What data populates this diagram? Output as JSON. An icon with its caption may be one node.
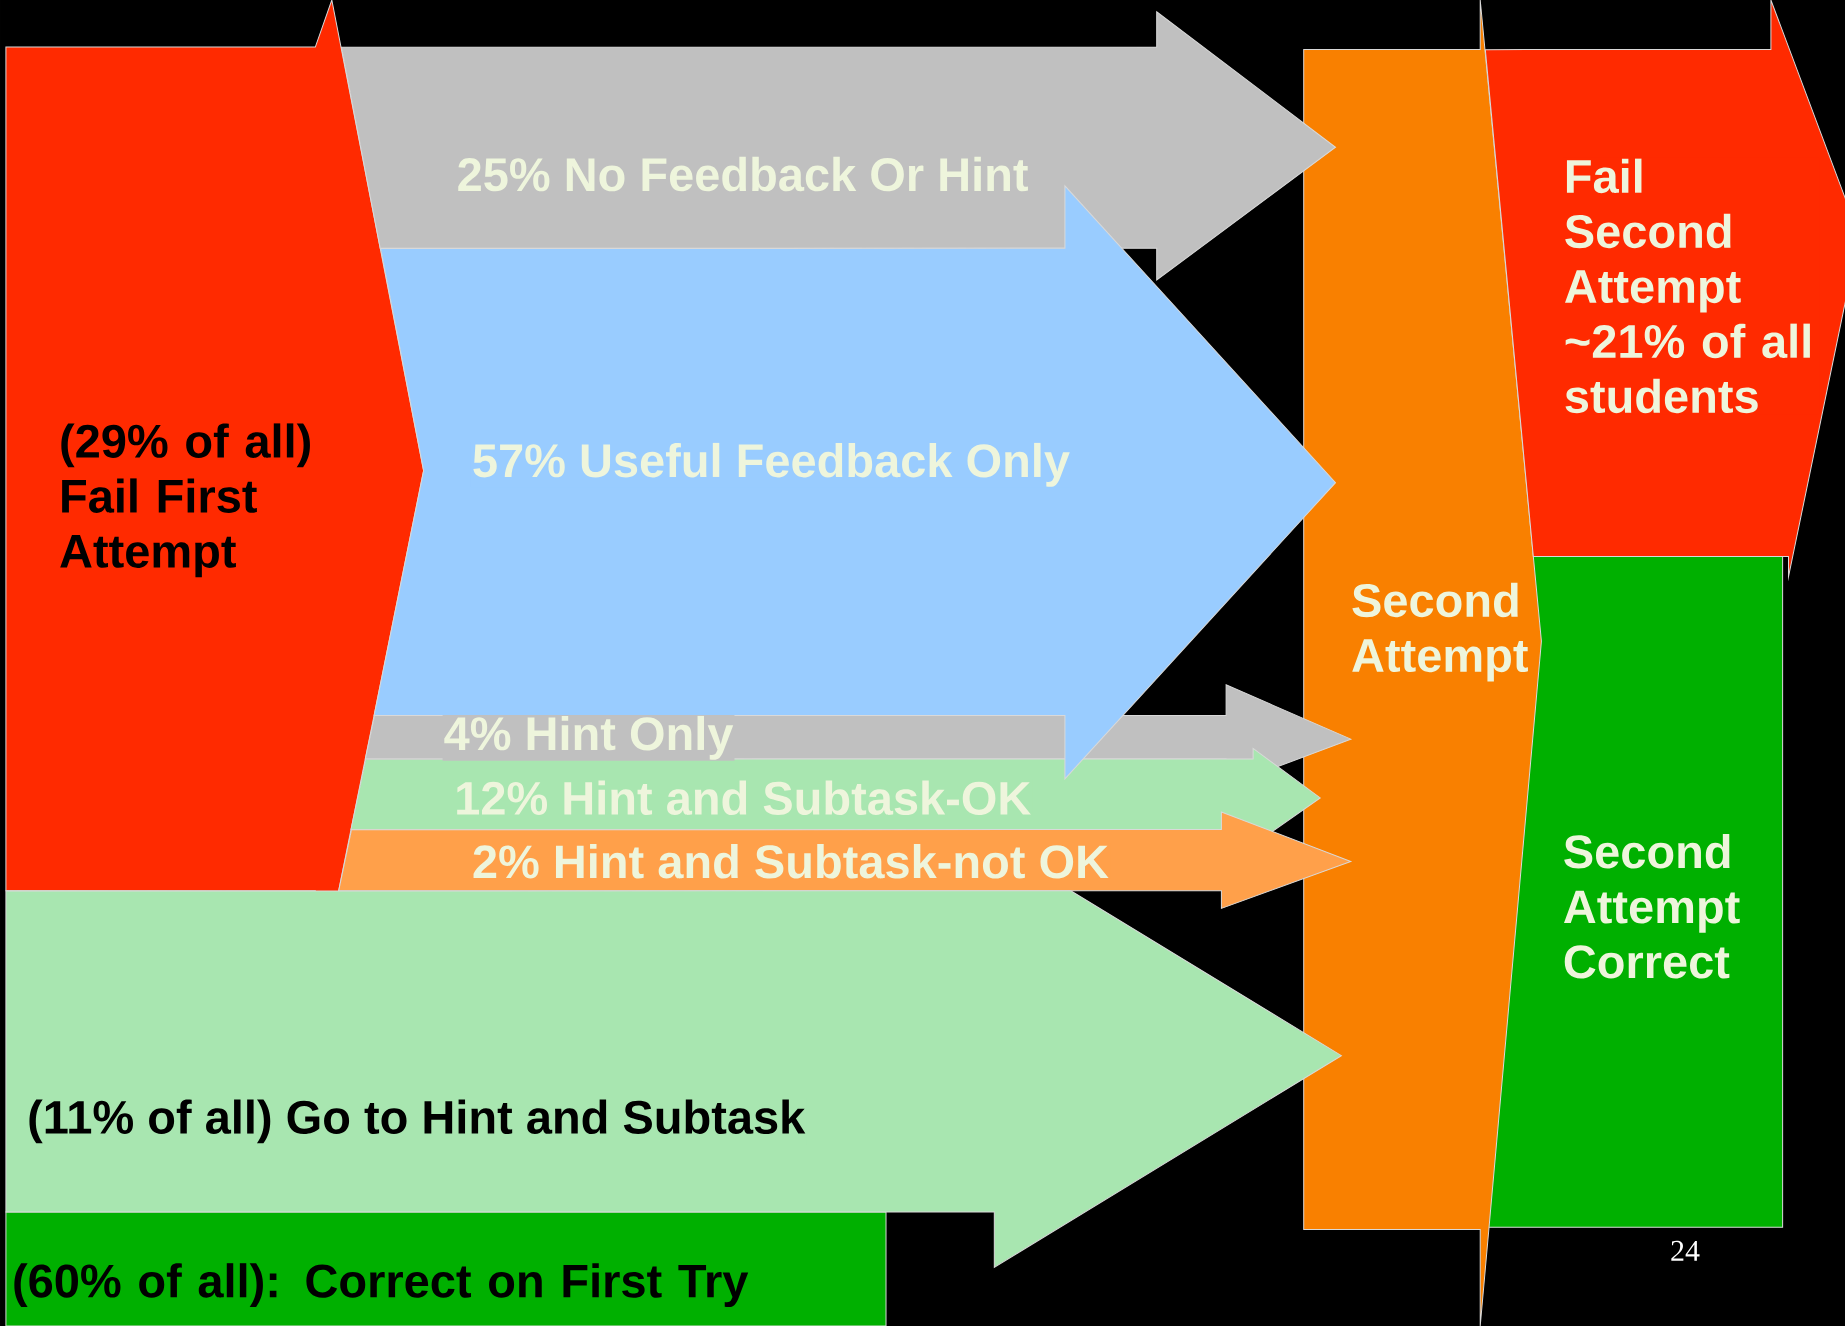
{
  "diagram": {
    "nodes": [
      {
        "text": [
          "(29% of all) Fail First Attempt"
        ]
      },
      {
        "text": [
          "(60% of all): Correct on First Try"
        ]
      },
      {
        "text": [
          "Second Attempt"
        ]
      },
      {
        "text": [
          "Second Attempt Correct"
        ]
      }
    ],
    "edges": [
      {
        "from": 0,
        "to": 2,
        "arrow": "to",
        "label": "25% No Feedback Or Hint",
        "color": "#c0c0c0"
      },
      {
        "from": 0,
        "to": 2,
        "arrow": "to",
        "label": "4% Hint Only",
        "color": "#c0c0c0"
      },
      {
        "from": 0,
        "to": 2,
        "arrow": "to",
        "label": "12% Hint and Subtask-OK",
        "color": "#a8e6b0"
      },
      {
        "from": 0,
        "to": 2,
        "arrow": "to",
        "label": "2% Hint and Subtask-not OK",
        "color": "#ffa04a"
      },
      {
        "from": 0,
        "to": 2,
        "arrow": "to",
        "label": "57% Useful Feedback Only",
        "color": "#99ccff"
      },
      {
        "from": 0,
        "to": 2,
        "arrow": "to",
        "label": "(11% of all) Go to Hint and Subtask",
        "color": "#a8e6b0"
      },
      {
        "from": 2,
        "to": null,
        "arrow": "to",
        "label": "Fail Second Attempt ~21% of all students",
        "color": "#ff2a00"
      }
    ],
    "labels": [
      "24"
    ]
  }
}
